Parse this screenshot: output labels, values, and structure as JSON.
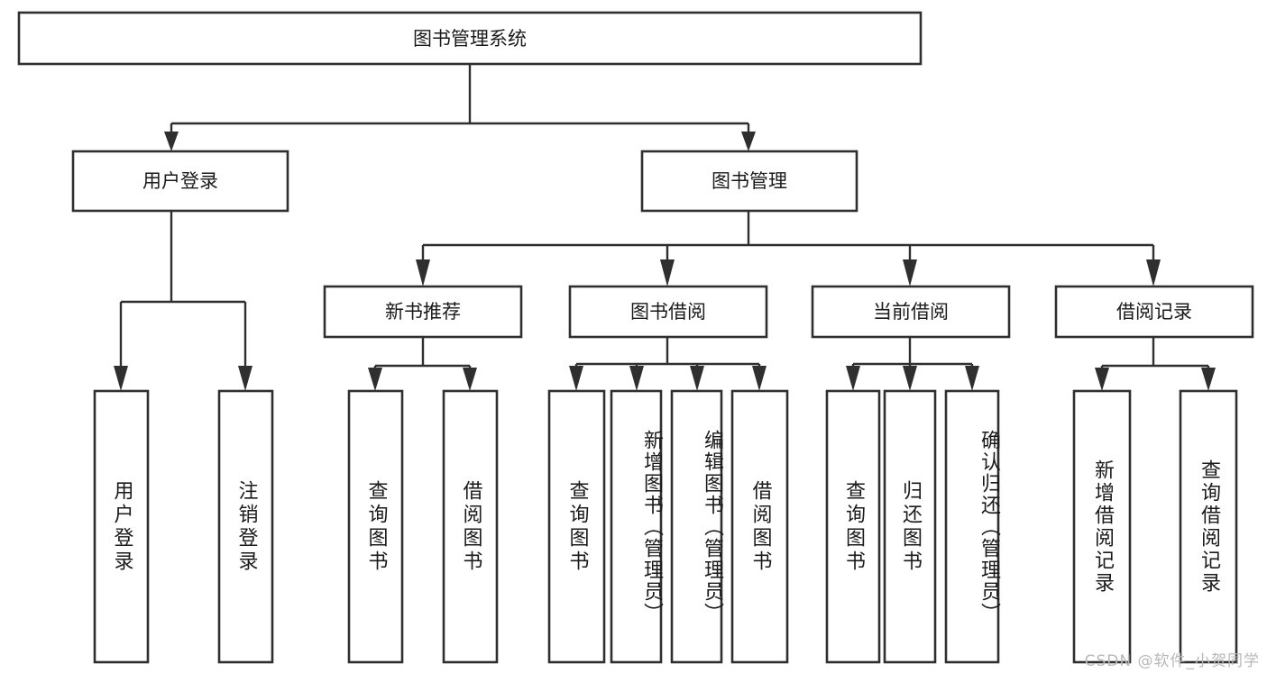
{
  "diagram": {
    "title": "图书管理系统",
    "type": "tree",
    "root": {
      "id": "root",
      "label": "图书管理系统"
    },
    "level1": [
      {
        "id": "user-login",
        "label": "用户登录"
      },
      {
        "id": "book-management",
        "label": "图书管理"
      }
    ],
    "level2": [
      {
        "id": "new-book-recommend",
        "label": "新书推荐",
        "parent": "book-management"
      },
      {
        "id": "book-borrow",
        "label": "图书借阅",
        "parent": "book-management"
      },
      {
        "id": "current-borrow",
        "label": "当前借阅",
        "parent": "book-management"
      },
      {
        "id": "borrow-record",
        "label": "借阅记录",
        "parent": "book-management"
      }
    ],
    "leaves": [
      {
        "id": "leaf-user-login",
        "label": "用户登录",
        "parent": "user-login"
      },
      {
        "id": "leaf-logout",
        "label": "注销登录",
        "parent": "user-login"
      },
      {
        "id": "leaf-query-book-1",
        "label": "查询图书",
        "parent": "new-book-recommend"
      },
      {
        "id": "leaf-borrow-book-1",
        "label": "借阅图书",
        "parent": "new-book-recommend"
      },
      {
        "id": "leaf-query-book-2",
        "label": "查询图书",
        "parent": "book-borrow"
      },
      {
        "id": "leaf-add-book",
        "label": "新增图书（管理员）",
        "parent": "book-borrow"
      },
      {
        "id": "leaf-edit-book",
        "label": "编辑图书（管理员）",
        "parent": "book-borrow"
      },
      {
        "id": "leaf-borrow-book-2",
        "label": "借阅图书",
        "parent": "book-borrow"
      },
      {
        "id": "leaf-query-book-3",
        "label": "查询图书",
        "parent": "current-borrow"
      },
      {
        "id": "leaf-return-book",
        "label": "归还图书",
        "parent": "current-borrow"
      },
      {
        "id": "leaf-confirm-return",
        "label": "确认归还（管理员）",
        "parent": "current-borrow"
      },
      {
        "id": "leaf-add-record",
        "label": "新增借阅记录",
        "parent": "borrow-record"
      },
      {
        "id": "leaf-query-record",
        "label": "查询借阅记录",
        "parent": "borrow-record"
      }
    ],
    "colors": {
      "stroke": "#2f2f2f",
      "fill": "#ffffff",
      "text": "#1a1a1a",
      "watermark": "#b8b8b8"
    }
  },
  "watermark": {
    "text": "CSDN @软件_小贺同学"
  }
}
